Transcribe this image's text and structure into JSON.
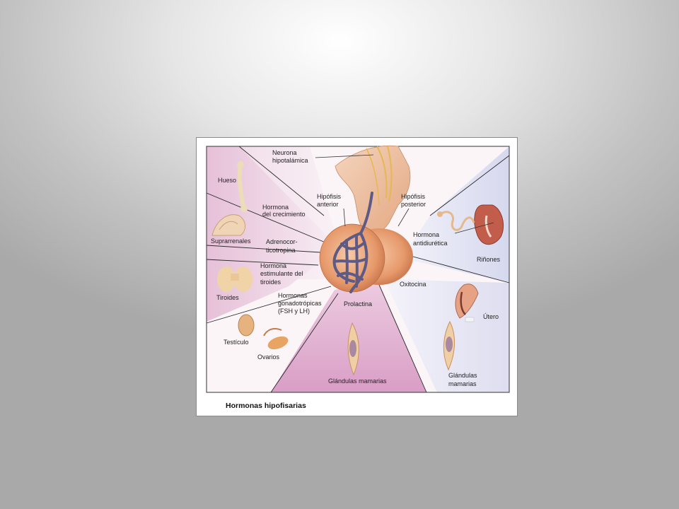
{
  "figure": {
    "caption": "Hormonas hipofisarias",
    "labels": {
      "neurona": [
        "Neurona",
        "hipotalámica"
      ],
      "hueso": "Hueso",
      "hormona_crecimiento": [
        "Hormona",
        "del crecimiento"
      ],
      "hipofisis_anterior": [
        "Hipófisis",
        "anterior"
      ],
      "hipofisis_posterior": [
        "Hipófisis",
        "posterior"
      ],
      "suprarrenales": "Suprarrenales",
      "adrenocorticotropina": [
        "Adrenocor-",
        "ticotropina"
      ],
      "hormona_tiroides": [
        "Hormona",
        "estimulante del",
        "tiroides"
      ],
      "tiroides": "Tiroides",
      "gonadotropicas": [
        "Hormonas",
        "gonadotrópicas",
        "(FSH y LH)"
      ],
      "prolactina": "Prolactina",
      "testiculo": "Testículo",
      "ovarios": "Ovarios",
      "glandulas_mamarias_center": "Glándulas mamarias",
      "oxitocina": "Oxitocina",
      "utero": "Útero",
      "glandulas_mamarias_right": [
        "Glándulas",
        "mamarias"
      ],
      "antidiuretica": [
        "Hormona",
        "antidiurética"
      ],
      "rinones": "Riñones"
    }
  },
  "colors": {
    "pink_left": "#e9c7dc",
    "magenta_bottom": "#d9a0c8",
    "blue_right": "#dcdcef",
    "gland": "#e9a57a",
    "vessels": "#5d5a85"
  }
}
